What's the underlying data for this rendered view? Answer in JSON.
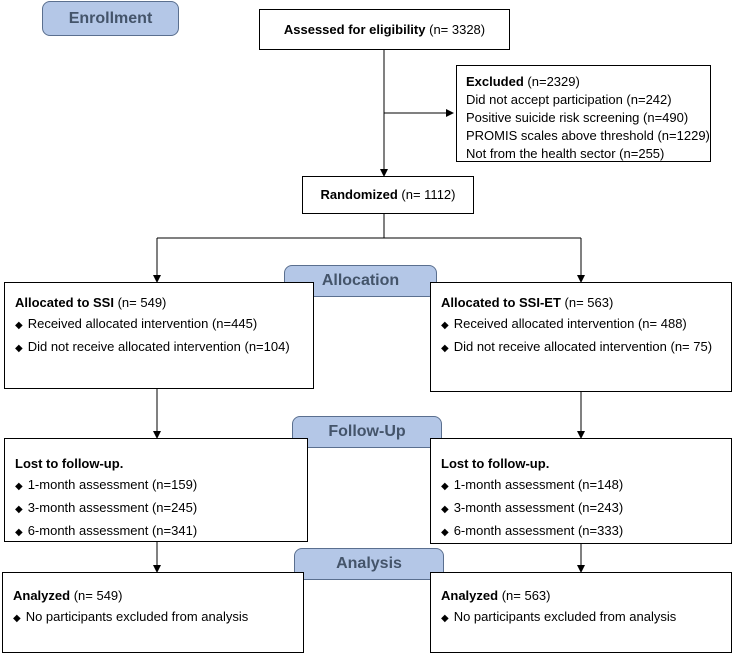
{
  "stages": {
    "enrollment": "Enrollment",
    "allocation": "Allocation",
    "followup": "Follow-Up",
    "analysis": "Analysis"
  },
  "assessed": {
    "label": "Assessed for eligibility",
    "count": "(n= 3328)"
  },
  "excluded": {
    "label": "Excluded",
    "count": "(n=2329)",
    "reasons": [
      "Did not accept participation (n=242)",
      "Positive suicide risk screening (n=490)",
      "PROMIS scales above threshold (n=1229)",
      "Not from the health sector (n=255)"
    ]
  },
  "randomized": {
    "label": "Randomized",
    "count": "(n= 1112)"
  },
  "allocation": {
    "left": {
      "label": "Allocated to SSI",
      "count": "(n= 549)",
      "items": [
        "Received allocated intervention (n=445)",
        "Did not receive allocated intervention (n=104)"
      ]
    },
    "right": {
      "label": "Allocated to SSI-ET",
      "count": "(n= 563)",
      "items": [
        "Received allocated intervention (n= 488)",
        "Did not receive allocated intervention (n= 75)"
      ]
    }
  },
  "followup": {
    "left": {
      "label": "Lost to follow-up.",
      "items": [
        "1-month assessment (n=159)",
        "3-month assessment (n=245)",
        "6-month assessment (n=341)"
      ]
    },
    "right": {
      "label": "Lost to follow-up.",
      "items": [
        "1-month assessment (n=148)",
        "3-month assessment (n=243)",
        "6-month assessment (n=333)"
      ]
    }
  },
  "analysis": {
    "left": {
      "label": "Analyzed",
      "count": "(n= 549)",
      "items": [
        "No participants excluded from analysis"
      ]
    },
    "right": {
      "label": "Analyzed",
      "count": "(n= 563)",
      "items": [
        "No participants excluded from analysis"
      ]
    }
  },
  "bullet_glyph": "◆"
}
